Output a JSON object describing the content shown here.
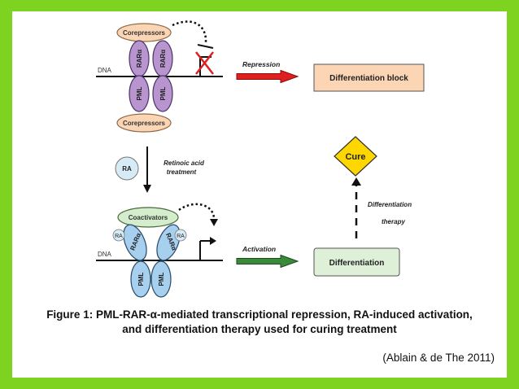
{
  "diagram": {
    "top": {
      "corepressors_top": "Corepressors",
      "corepressors_bottom": "Corepressors",
      "dna_label": "DNA",
      "rar_left": "RARα",
      "rar_right": "RARα",
      "pml_left": "PML",
      "pml_right": "PML",
      "arrow_label": "Repression",
      "result": "Differentiation block"
    },
    "middle": {
      "ra_label": "RA",
      "treatment_line1": "Retinoic acid",
      "treatment_line2": "treatment"
    },
    "bottom": {
      "coactivators": "Coactivators",
      "ra_left": "RA",
      "ra_right": "RA",
      "dna_label": "DNA",
      "rar_left": "RARα",
      "rar_right": "RARα",
      "pml_left": "PML",
      "pml_right": "PML",
      "arrow_label": "Activation",
      "result": "Differentiation"
    },
    "therapy": {
      "cure": "Cure",
      "line1": "Differentiation",
      "line2": "therapy"
    }
  },
  "caption": {
    "line1": "Figure 1: PML-RAR-α-mediated transcriptional repression, RA-induced activation,",
    "line2": "and differentiation therapy used for curing treatment"
  },
  "citation": "(Ablain & de The 2011)",
  "colors": {
    "background": "#7ed321",
    "corepressor_fill": "#fcd5b4",
    "rar_fill": "#b895cf",
    "coactivator_fill": "#d4edcc",
    "ra_fill": "#d6ebf6",
    "repression_arrow": "#e02020",
    "activation_arrow": "#3a8a3a",
    "cure_fill": "#ffd700",
    "differentiation_fill": "#dff0d8"
  }
}
